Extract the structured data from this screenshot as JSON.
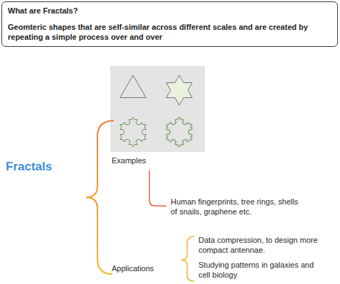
{
  "diagram": {
    "nodes": [
      {
        "text": [
          "What are Fractals?",
          "Geomteric shapes that are self-similar across different scales and are created by repeating a simple process over and over"
        ]
      }
    ],
    "labels": [
      "Fractals",
      "Examples",
      "Human fingerprints, tree rings, shells of snails, graphene etc.",
      "Applications",
      "Data compression, to design more compact antennae.",
      "Studying patterns in galaxies and cell biology"
    ]
  }
}
